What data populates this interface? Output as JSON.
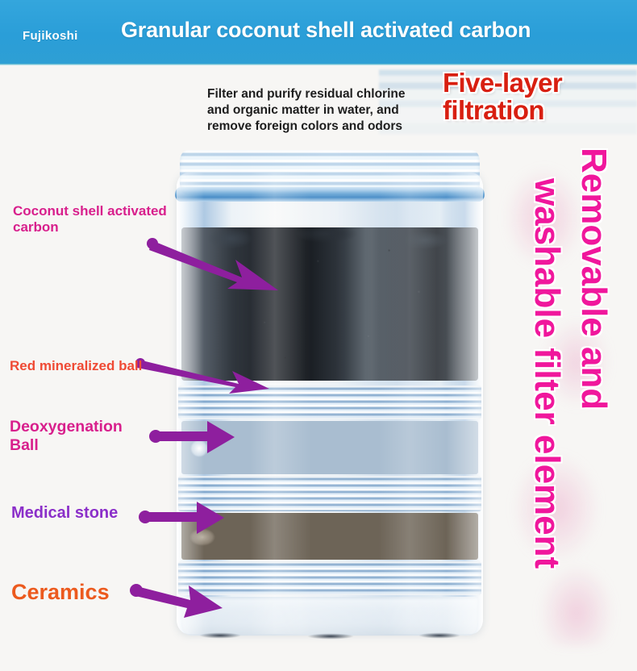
{
  "header": {
    "brand": "Fujikoshi",
    "title": "Granular coconut shell activated carbon",
    "bg_color": "#2a9ed8",
    "text_color": "#ffffff"
  },
  "description": {
    "line1": "Filter and purify residual chlorine",
    "line2": "and organic matter in water, and",
    "line3": "remove foreign colors and odors",
    "color": "#1d1d1d"
  },
  "highlight": {
    "line1": "Five-layer",
    "line2": "filtration",
    "color": "#d81f11",
    "outline_color": "#ffffff"
  },
  "vertical_text": {
    "column1": "Removable and",
    "column2": "washable filter element",
    "color": "#f0179c"
  },
  "callouts": [
    {
      "name": "coconut-shell-activated-carbon",
      "line1": "Coconut shell activated",
      "line2": "carbon",
      "color": "#d81f8c"
    },
    {
      "name": "red-mineralized-ball",
      "line1": "Red mineralized ball",
      "line2": "",
      "color": "#ef4a34"
    },
    {
      "name": "deoxygenation-ball",
      "line1": "Deoxygenation",
      "line2": "Ball",
      "color": "#d81f8c"
    },
    {
      "name": "medical-stone",
      "line1": "Medical stone",
      "line2": "",
      "color": "#8b2fc9"
    },
    {
      "name": "ceramics",
      "line1": "Ceramics",
      "line2": "",
      "color": "#ec5a1e"
    }
  ],
  "product": {
    "name": "five-layer-water-filter-cartridge",
    "arrow_color": "#8e1f9e",
    "layers": [
      {
        "name": "activated-carbon-layer",
        "color": "#20242a"
      },
      {
        "name": "red-mineralized-ball-layer",
        "color": "#b6cee3"
      },
      {
        "name": "deoxygenation-ball-layer",
        "color": "#ffffff"
      },
      {
        "name": "medical-stone-layer",
        "color": "#8d8375"
      },
      {
        "name": "ceramics-layer",
        "color": "#e2ebf3"
      }
    ]
  }
}
